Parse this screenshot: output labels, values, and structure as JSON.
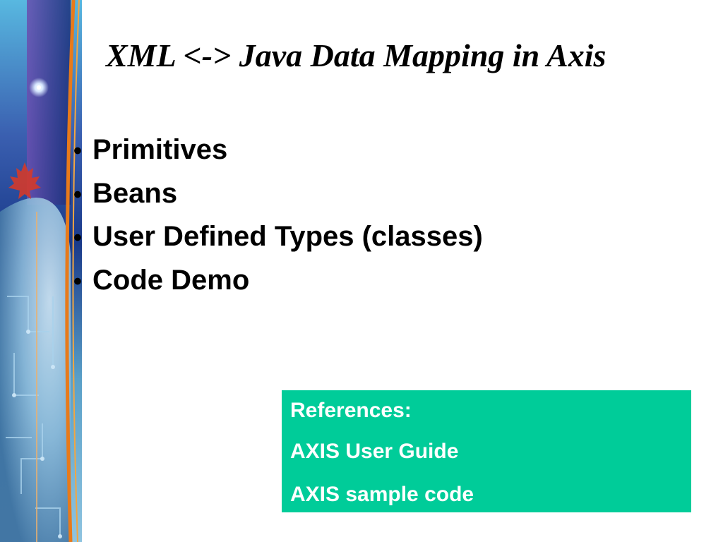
{
  "slide": {
    "title": "XML <-> Java Data Mapping in Axis",
    "bullets": [
      "Primitives",
      "Beans",
      "User Defined Types (classes)",
      "Code Demo"
    ],
    "references": {
      "heading": "References:",
      "items": [
        "AXIS User Guide",
        "AXIS sample code"
      ]
    }
  },
  "colors": {
    "reference_box": "#00cc99",
    "reference_text": "#ffffff",
    "band_blue": "#1a3a8a",
    "band_orange": "#e87a1a"
  },
  "icons": [
    "maple-leaf-icon",
    "globe-graphic",
    "star-glow-icon"
  ]
}
